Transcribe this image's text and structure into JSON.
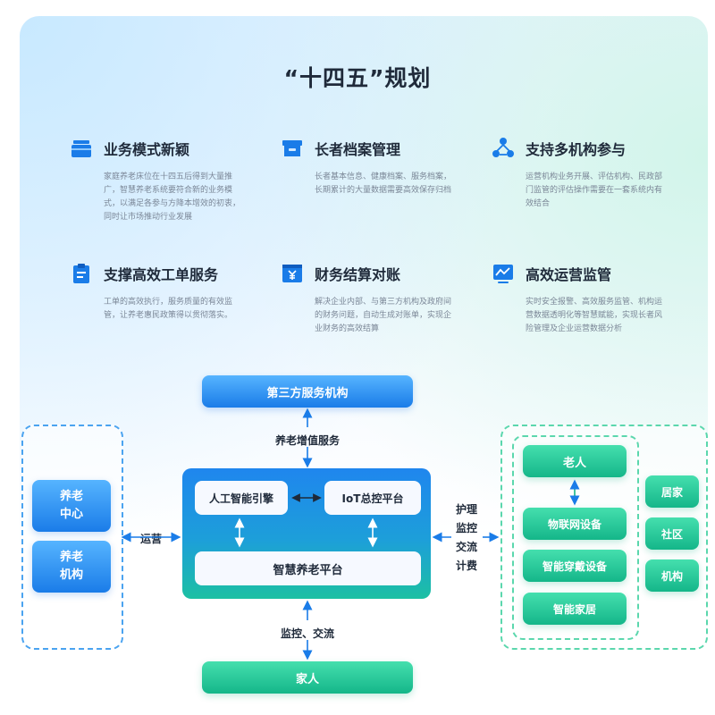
{
  "title": "“十四五”规划",
  "features": [
    {
      "icon": "briefcase-icon",
      "title": "业务模式新颖",
      "desc": "家庭养老床位在十四五后得到大量推广，智慧养老系统要符合新的业务模式，以满足各参与方降本增效的初衷，同时让市场推动行业发展"
    },
    {
      "icon": "archive-box-icon",
      "title": "长者档案管理",
      "desc": "长者基本信息、健康档案、服务档案，长期累计的大量数据需要高效保存归档"
    },
    {
      "icon": "network-icon",
      "title": "支持多机构参与",
      "desc": "运营机构业务开展、评估机构、民政部门监管的评估操作需要在一套系统内有效结合"
    },
    {
      "icon": "clipboard-icon",
      "title": "支撑高效工单服务",
      "desc": "工单的高效执行，服务质量的有效监管，让养老惠民政策得以贯彻落实。"
    },
    {
      "icon": "yen-invoice-icon",
      "title": "财务结算对账",
      "desc": "解决企业内部、与第三方机构及政府间的财务问题，自动生成对账单，实现企业财务的高效结算"
    },
    {
      "icon": "monitor-chart-icon",
      "title": "高效运营监管",
      "desc": "实时安全报警、高效服务监管、机构运营数据透明化等智慧赋能，实现长者风险管理及企业运营数据分析"
    }
  ],
  "diagram": {
    "top_node": "第三方服务机构",
    "top_link_label": "养老增值服务",
    "engine": "人工智能引擎",
    "iot": "IoT总控平台",
    "platform": "智慧养老平台",
    "left_nodes": [
      "养老\n中心",
      "养老\n机构"
    ],
    "left_link_label": "运营",
    "right_link_labels": [
      "护理",
      "监控",
      "交流",
      "计费"
    ],
    "right_inner_nodes": [
      "老人",
      "物联网设备",
      "智能穿戴设备",
      "智能家居"
    ],
    "right_outer_nodes": [
      "居家",
      "社区",
      "机构"
    ],
    "bottom_link_label": "监控、交流",
    "bottom_node": "家人"
  },
  "colors": {
    "blue": "#1a7ce8",
    "green": "#14b689",
    "text": "#1f2a3a",
    "muted": "#7b8797"
  }
}
